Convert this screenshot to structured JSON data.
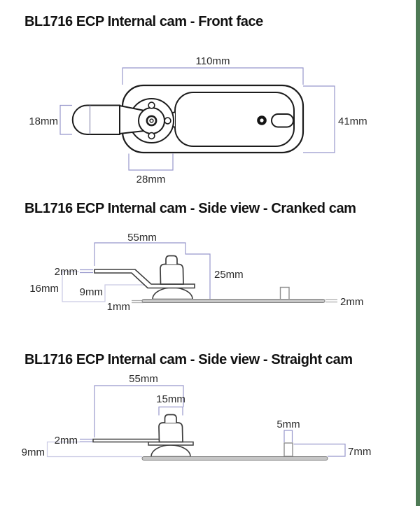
{
  "page": {
    "background": "#ffffff",
    "accent_strip_color": "#4e7a55",
    "dimension_line_color": "#9898cc",
    "dimension_line_light_color": "#c9c9e4",
    "front_outline_color": "#1c1c1c",
    "side_outline_color": "#3d3d3d",
    "baseplate_fill": "#c6c6c6"
  },
  "sections": [
    {
      "title": "BL1716 ECP Internal cam - Front face",
      "dims": {
        "width": "110mm",
        "height": "41mm",
        "handle": "18mm",
        "hub_width": "28mm"
      }
    },
    {
      "title": "BL1716 ECP Internal cam - Side view - Cranked cam",
      "dims": {
        "cam_length": "55mm",
        "height": "25mm",
        "cam_thickness": "2mm",
        "overall_height": "16mm",
        "body_height": "9mm",
        "plate_offset": "1mm",
        "plate_thickness": "2mm"
      }
    },
    {
      "title": "BL1716 ECP Internal cam - Side view - Straight cam",
      "dims": {
        "cam_length": "55mm",
        "body_width": "15mm",
        "cam_thickness": "2mm",
        "body_height": "9mm",
        "stud_width": "5mm",
        "stud_height": "7mm"
      }
    }
  ]
}
